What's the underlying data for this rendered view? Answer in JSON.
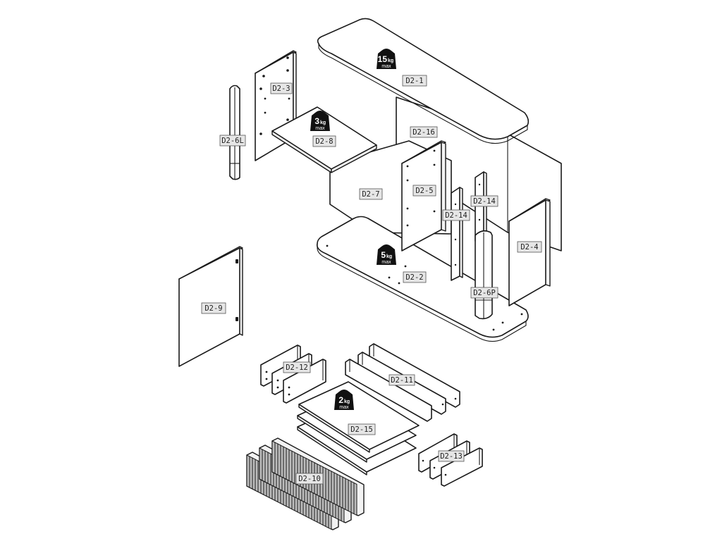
{
  "parts": {
    "d2_1": "D2-1",
    "d2_2": "D2-2",
    "d2_3": "D2-3",
    "d2_4": "D2-4",
    "d2_5": "D2-5",
    "d2_6l": "D2-6L",
    "d2_6p": "D2-6P",
    "d2_7": "D2-7",
    "d2_8": "D2-8",
    "d2_9": "D2-9",
    "d2_10": "D2-10",
    "d2_11": "D2-11",
    "d2_12": "D2-12",
    "d2_13": "D2-13",
    "d2_14_a": "D2-14",
    "d2_14_b": "D2-14",
    "d2_15": "D2-15",
    "d2_16": "D2-16"
  },
  "load_limits": {
    "top": {
      "value": "15",
      "unit": "kg",
      "note": "max"
    },
    "shelf": {
      "value": "3",
      "unit": "kg",
      "note": "max"
    },
    "bottom": {
      "value": "5",
      "unit": "kg",
      "note": "max"
    },
    "drawer": {
      "value": "2",
      "unit": "kg",
      "note": "max"
    }
  }
}
